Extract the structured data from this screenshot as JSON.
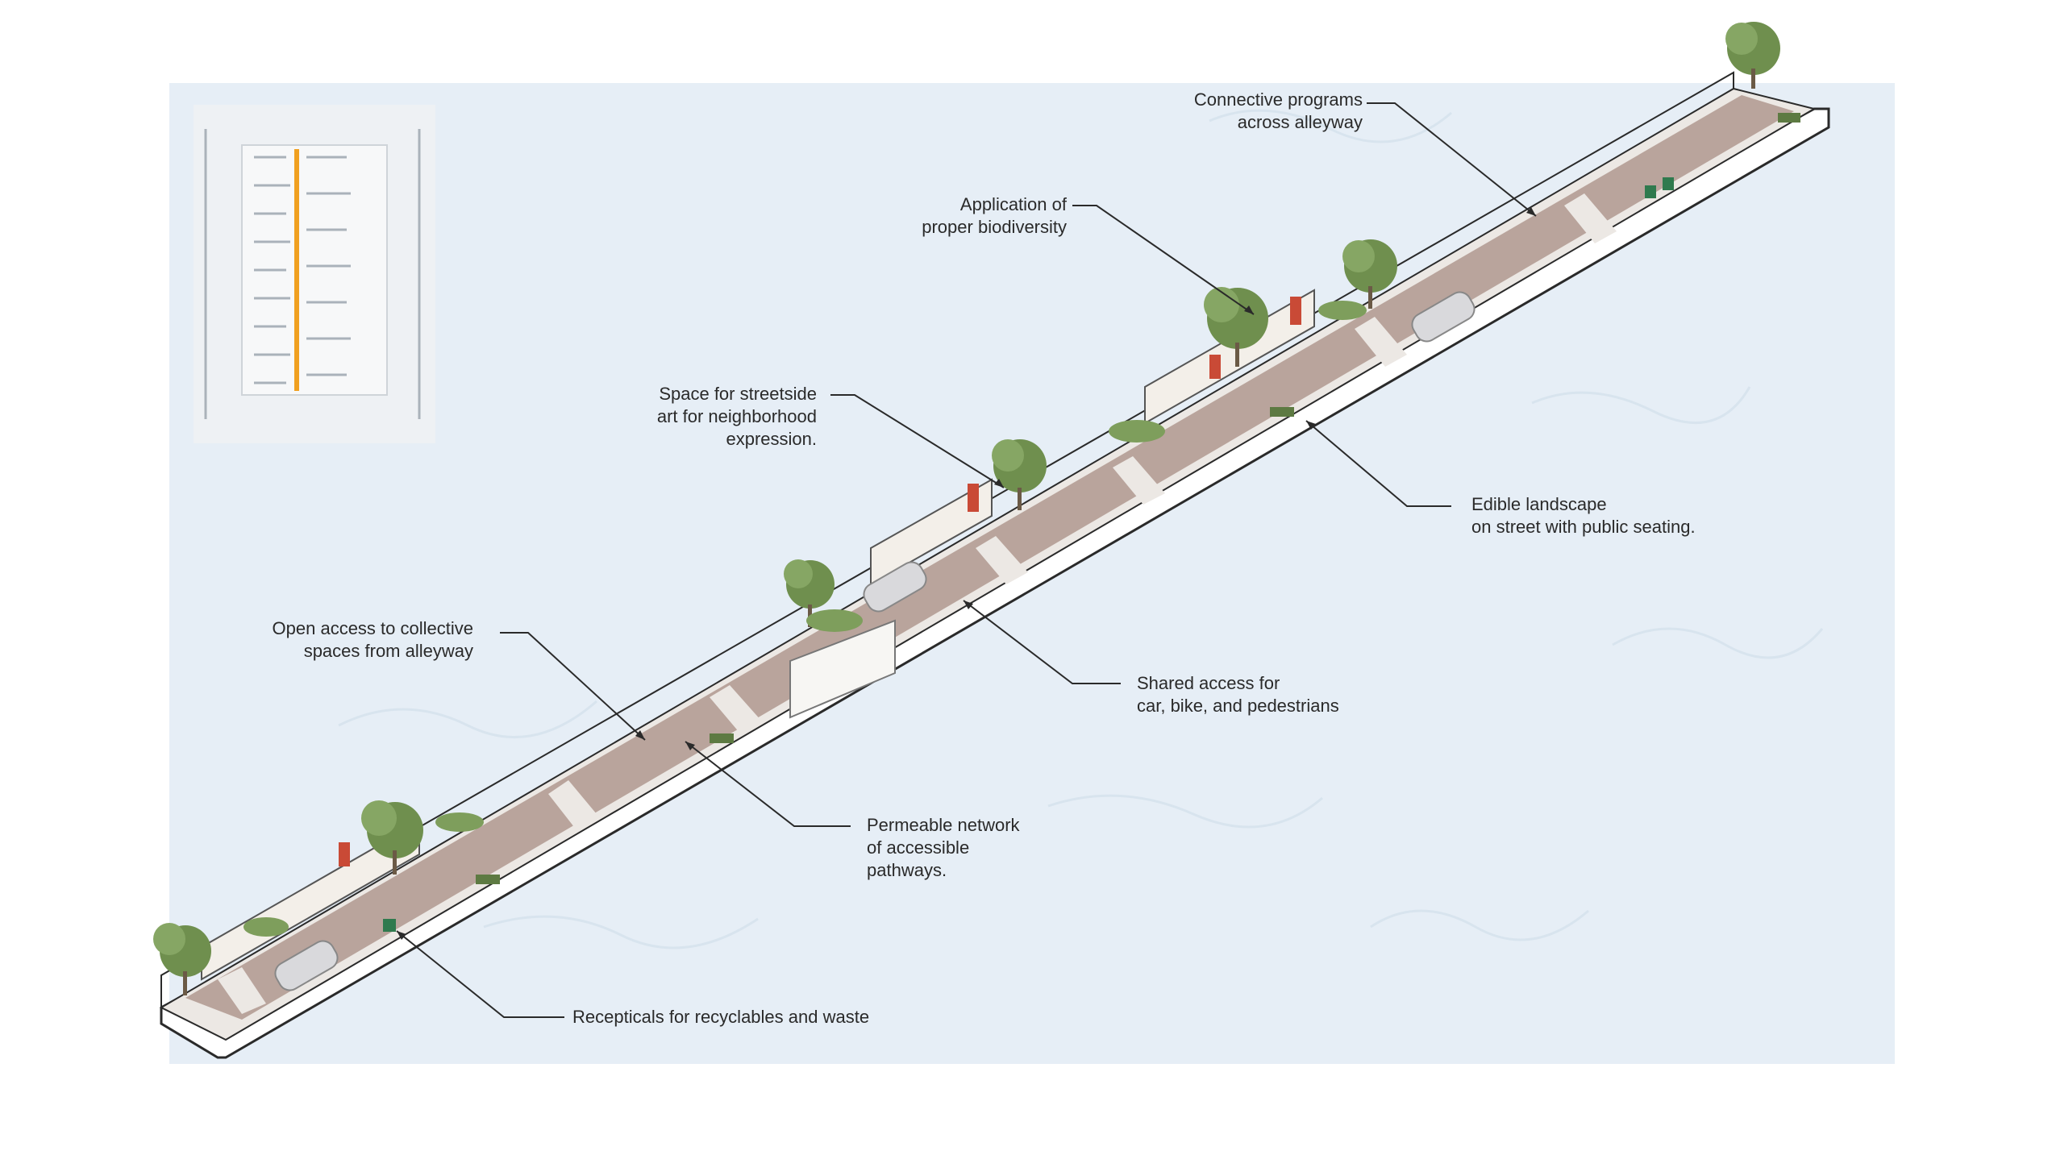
{
  "colors": {
    "background_panel": "#e6eef6",
    "pavement": "#b9a49c",
    "sidewalk": "#ece8e4",
    "base_slab": "#ffffff",
    "highlight_line": "#f0a020",
    "leader": "#2a2a2a",
    "text": "#2a2a2a"
  },
  "inset_map": {
    "icon": "site-plan-map"
  },
  "annotations": [
    {
      "id": "connective",
      "lines": [
        "Connective programs",
        "across alleyway"
      ]
    },
    {
      "id": "biodiversity",
      "lines": [
        "Application of",
        "proper biodiversity"
      ]
    },
    {
      "id": "streetside-art",
      "lines": [
        "Space for streetside",
        "art for neighborhood",
        "expression."
      ]
    },
    {
      "id": "edible",
      "lines": [
        "Edible landscape",
        "on street with public seating."
      ]
    },
    {
      "id": "open-access",
      "lines": [
        "Open access to collective",
        "spaces from alleyway"
      ]
    },
    {
      "id": "shared-access",
      "lines": [
        "Shared access for",
        "car, bike, and pedestrians"
      ]
    },
    {
      "id": "permeable",
      "lines": [
        "Permeable network",
        "of accessible",
        "pathways."
      ]
    },
    {
      "id": "recepticals",
      "lines": [
        "Recepticals for recyclables and waste"
      ]
    }
  ]
}
